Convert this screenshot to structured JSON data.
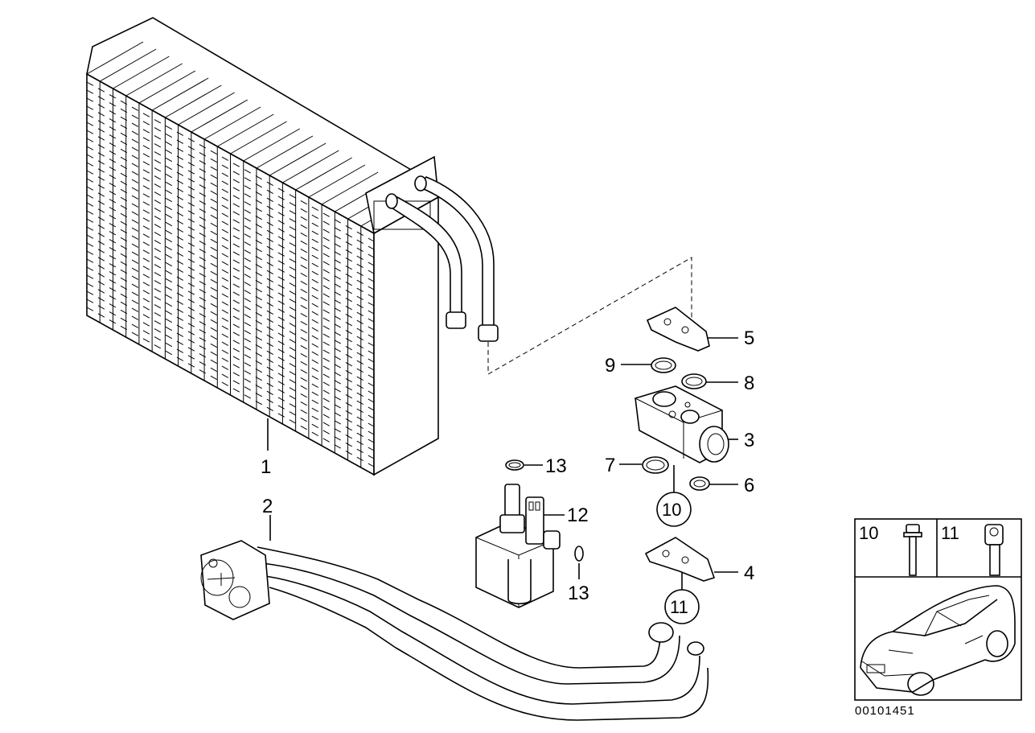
{
  "callouts": {
    "p1": "1",
    "p2": "2",
    "p3": "3",
    "p4": "4",
    "p5": "5",
    "p6": "6",
    "p7": "7",
    "p8": "8",
    "p9": "9",
    "p10": "10",
    "p11": "11",
    "p12": "12",
    "p13a": "13",
    "p13b": "13"
  },
  "legend": {
    "item_a": "10",
    "item_b": "11"
  },
  "document_number": "00101451"
}
